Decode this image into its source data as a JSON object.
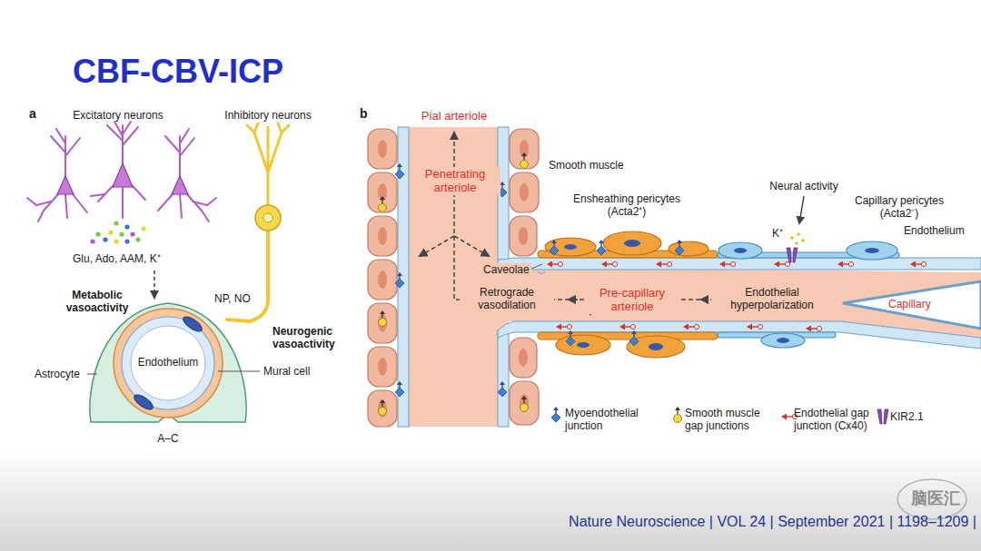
{
  "diagram": {
    "title": "CBF-CBV-ICP",
    "caption": "Nature Neuroscience | VOL 24 | September 2021 | 1198–1209 |",
    "labels": [
      "a",
      "Excitatory neurons",
      "Inhibitory neurons",
      "Glu, Ado, AAM, K⁺",
      "Metabolic vasoactivity",
      "NP, NO",
      "Neurogenic vasoactivity",
      "Endothelium",
      "Astrocyte",
      "Mural cell",
      "A–C",
      "b",
      "Pial arteriole",
      "Penetrating arteriole",
      "Smooth muscle",
      "Ensheathing pericytes (Acta2⁺)",
      "Neural activity",
      "Capillary pericytes (Acta2⁻)",
      "Endothelium",
      "K⁺",
      "Caveolae",
      "Retrograde vasodilation",
      "Pre-capillary arteriole",
      "Endothelial hyperpolarization",
      "Capillary",
      "脑医汇"
    ],
    "legend": [
      {
        "text": "Myoendothelial junction"
      },
      {
        "text": "Smooth muscle gap junctions"
      },
      {
        "text": "Endothelial gap junction (Cx40)"
      },
      {
        "text": "KIR2.1"
      }
    ]
  }
}
